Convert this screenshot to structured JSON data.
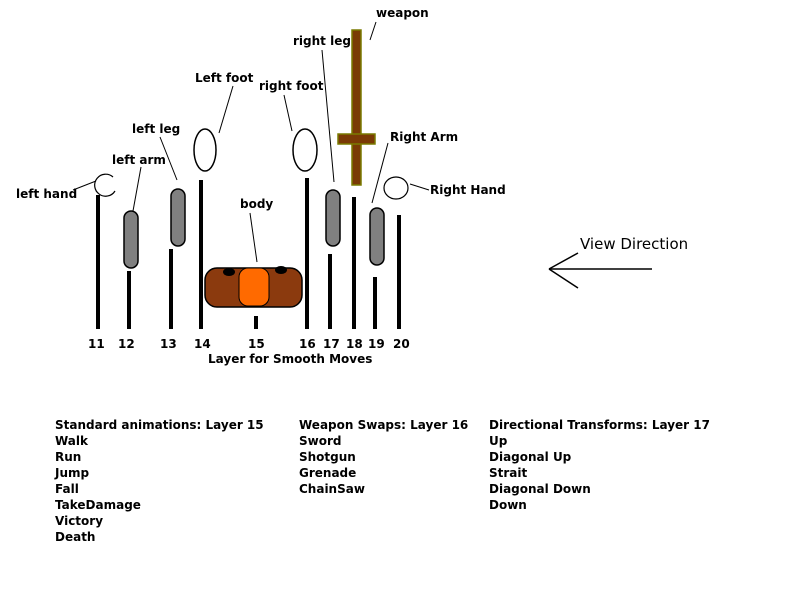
{
  "labels": {
    "weapon": "weapon",
    "right_leg": "right leg",
    "left_foot": "Left foot",
    "right_foot": "right foot",
    "left_leg": "left leg",
    "right_arm": "Right Arm",
    "left_arm": "left arm",
    "left_hand": "left hand",
    "right_hand": "Right Hand",
    "body": "body",
    "view_direction": "View Direction",
    "layer_caption": "Layer for Smooth Moves"
  },
  "layers": [
    "11",
    "12",
    "13",
    "14",
    "15",
    "16",
    "17",
    "18",
    "19",
    "20"
  ],
  "colors": {
    "body_fill": "#8B3A0E",
    "body_center": "#FF6A00",
    "weapon_fill": "#7A3A05",
    "weapon_outline": "#7A7A00",
    "limb_fill": "#808080",
    "line": "#000000"
  },
  "lists": {
    "standard": {
      "title": "Standard animations: Layer 15",
      "items": [
        "Walk",
        "Run",
        "Jump",
        "Fall",
        "TakeDamage",
        "Victory",
        "Death"
      ]
    },
    "weapons": {
      "title": "Weapon Swaps: Layer 16",
      "items": [
        "Sword",
        "Shotgun",
        "Grenade",
        "ChainSaw"
      ]
    },
    "directional": {
      "title": "Directional Transforms: Layer 17",
      "items": [
        "Up",
        "Diagonal Up",
        "Strait",
        "Diagonal Down",
        "Down"
      ]
    }
  }
}
